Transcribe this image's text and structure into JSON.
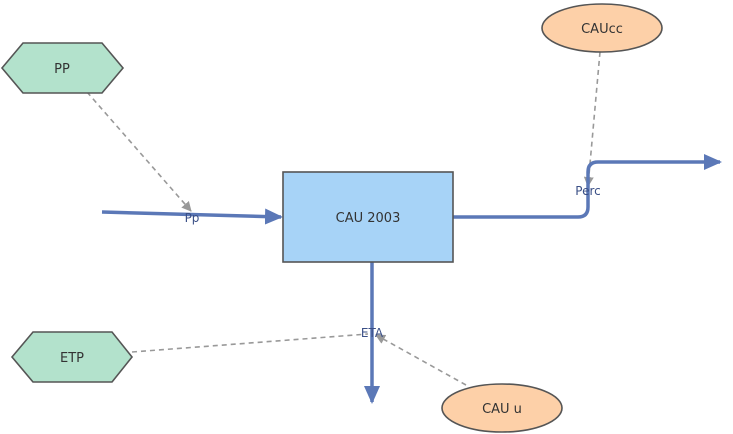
{
  "stock": {
    "label": "CAU 2003"
  },
  "inputs": {
    "pp": {
      "label": "PP"
    },
    "etp": {
      "label": "ETP"
    },
    "caucc": {
      "label": "CAUcc"
    },
    "cau_u": {
      "label": "CAU u"
    }
  },
  "flows": {
    "inflow": {
      "label": "Pp"
    },
    "outflow_right": {
      "label": "Perc"
    },
    "outflow_down": {
      "label": "ETA"
    }
  },
  "colors": {
    "stock_fill": "#a7d3f7",
    "stock_stroke": "#555555",
    "hexagon_fill": "#b3e2cc",
    "ellipse_fill": "#fdd0a8",
    "flow": "#5b78b7",
    "link": "#999999"
  }
}
